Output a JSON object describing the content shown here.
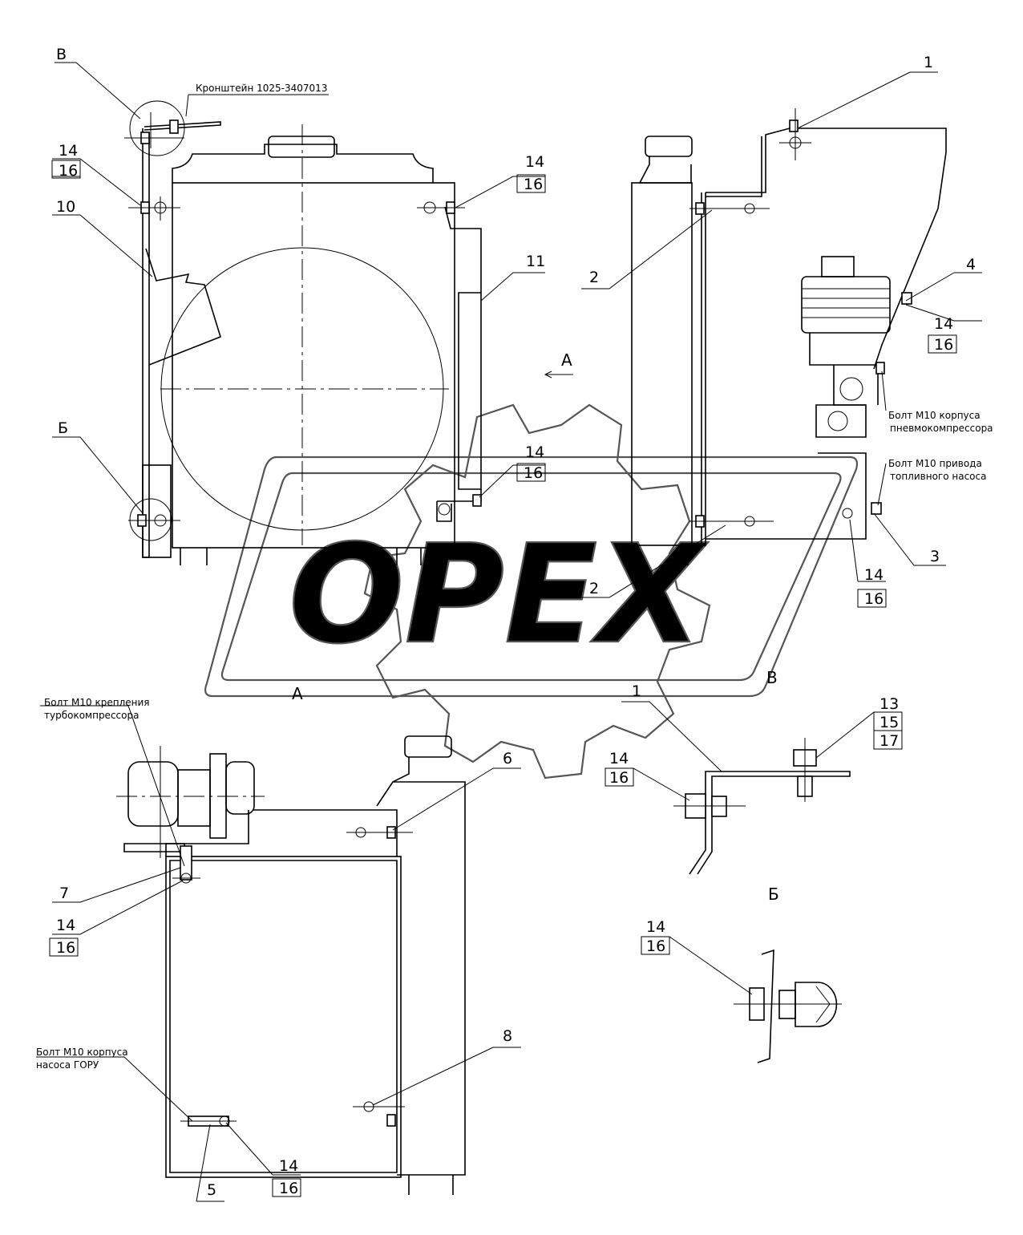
{
  "labels": {
    "view_b": "В",
    "view_b_small": "Б",
    "view_a": "А",
    "view_a_arrow": "А",
    "view_b_lower": "В",
    "view_b_lower2": "Б",
    "bracket_text": "Кронштейн 1025-3407013",
    "bolt_compressor_1": "Болт М10 корпуса",
    "bolt_compressor_2": "пневмокомпрессора",
    "bolt_fuel_1": "Болт М10 привода",
    "bolt_fuel_2": "топливного насоса",
    "bolt_turbo_1": "Болт М10 крепления",
    "bolt_turbo_2": "турбокомпрессора",
    "bolt_goru_1": "Болт М10 корпуса",
    "bolt_goru_2": "насоса ГОРУ"
  },
  "callouts": {
    "n1_top": "1",
    "n2_a": "2",
    "n2_b": "2",
    "n3": "3",
    "n4": "4",
    "n5": "5",
    "n6": "6",
    "n7": "7",
    "n8": "8",
    "n10": "10",
    "n11": "11",
    "n1_lower": "1",
    "n13": "13",
    "n14": "14",
    "n15": "15",
    "n16": "16",
    "n17": "17"
  },
  "watermark": "OPEX"
}
